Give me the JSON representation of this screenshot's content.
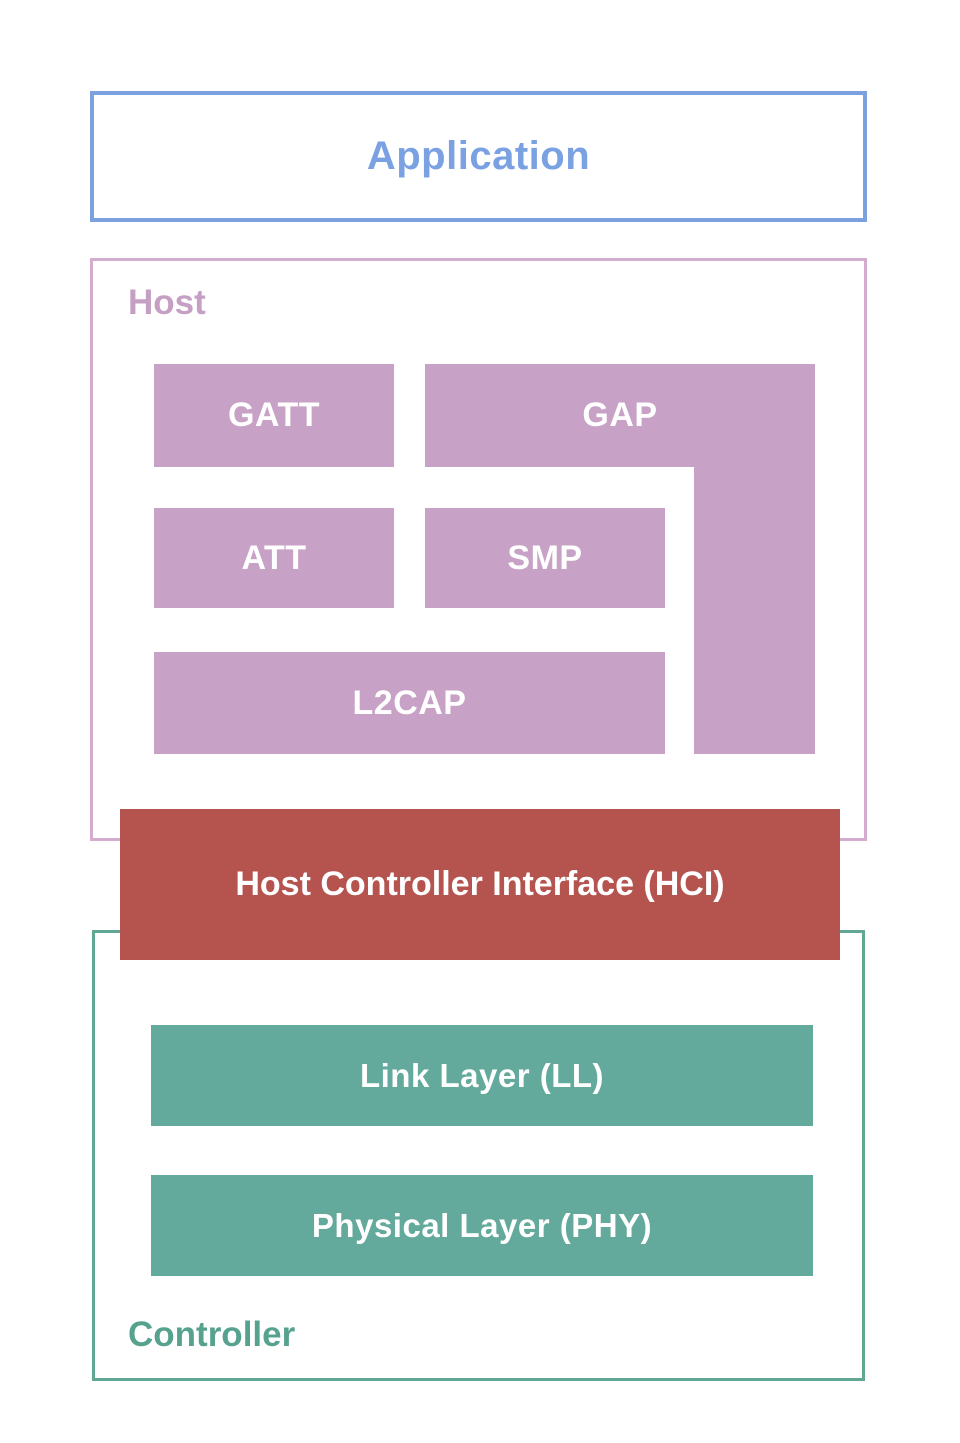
{
  "diagram": {
    "title_hint": "Bluetooth Low Energy protocol stack",
    "application": {
      "label": "Application"
    },
    "host": {
      "label": "Host",
      "blocks": {
        "gatt": "GATT",
        "gap": "GAP",
        "att": "ATT",
        "smp": "SMP",
        "l2cap": "L2CAP"
      }
    },
    "hci": {
      "label": "Host Controller Interface (HCI)"
    },
    "controller": {
      "label": "Controller",
      "blocks": {
        "link_layer": "Link Layer (LL)",
        "physical_layer": "Physical Layer (PHY)"
      }
    },
    "colors": {
      "application_border": "#7ba1de",
      "application_text": "#7aa2e2",
      "host_border": "#d4adce",
      "host_text": "#c69fc4",
      "host_block_fill": "#c8a2c6",
      "hci_fill": "#b5544f",
      "controller_border": "#60a794",
      "controller_text": "#57a28f",
      "controller_block_fill": "#64aa9c",
      "block_text": "#ffffff",
      "background": "#ffffff"
    }
  }
}
